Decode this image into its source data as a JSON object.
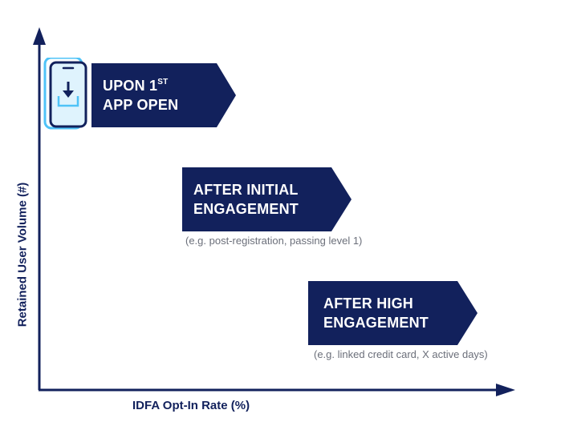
{
  "axes": {
    "y_label": "Retained User Volume (#)",
    "x_label": "IDFA Opt-In Rate (%)"
  },
  "stages": [
    {
      "line1": "UPON 1",
      "sup": "ST",
      "line2": "APP OPEN",
      "note": ""
    },
    {
      "line1": "AFTER INITIAL",
      "line2": "ENGAGEMENT",
      "note": "(e.g. post-registration, passing level 1)"
    },
    {
      "line1": "AFTER HIGH",
      "line2": "ENGAGEMENT",
      "note": "(e.g. linked credit card, X active days)"
    }
  ],
  "icons": {
    "phone": "phone-download-icon"
  },
  "colors": {
    "navy": "#12215c",
    "accent": "#4fc3f7",
    "note": "#6b6f7a"
  }
}
